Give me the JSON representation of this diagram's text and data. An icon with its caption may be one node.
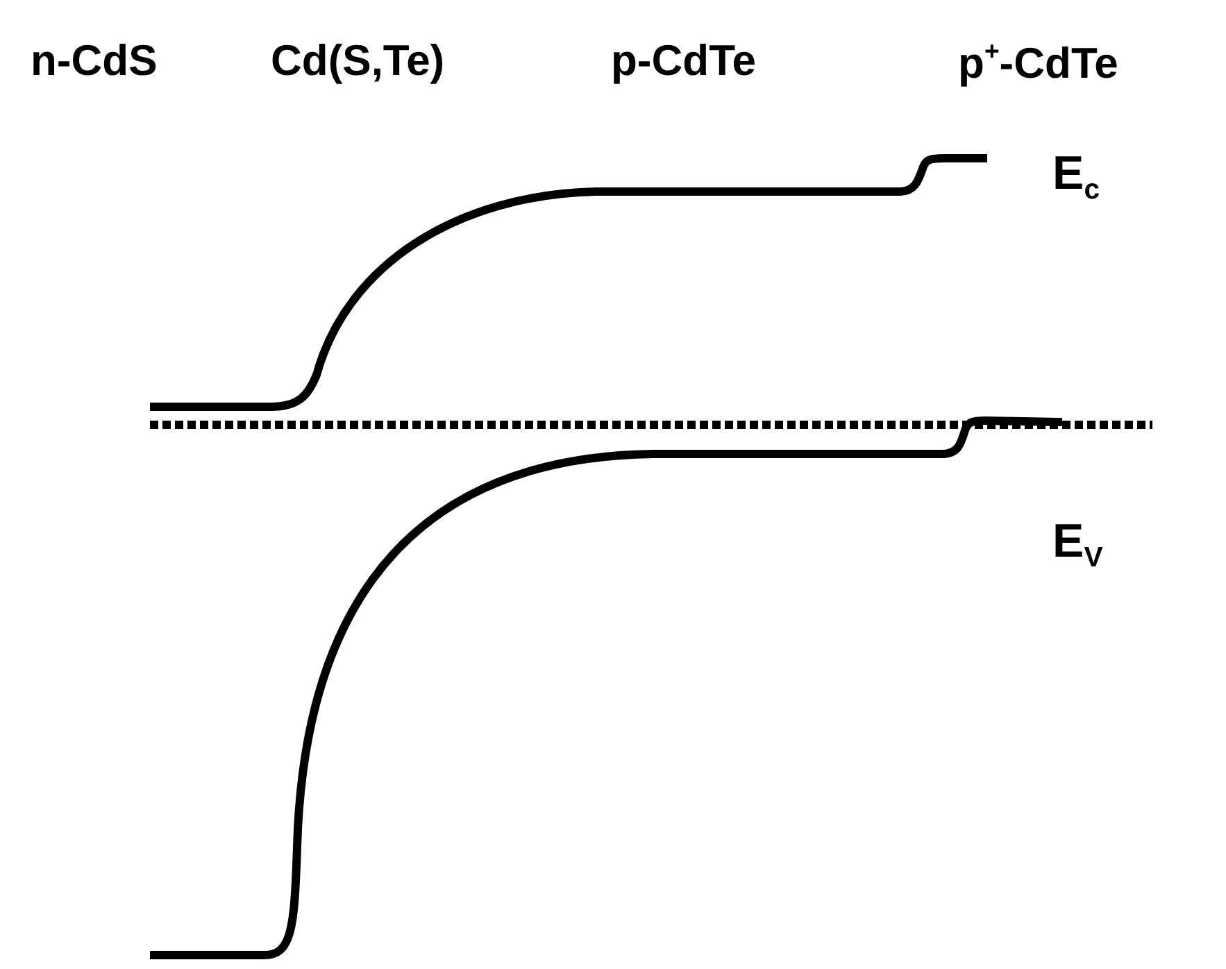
{
  "diagram": {
    "labels": [
      "n-CdS",
      "Cd(S,Te)",
      "p-CdTe",
      "p$^{+}$-CdTe",
      "E$_{c}$",
      "E$_{V}$"
    ]
  }
}
